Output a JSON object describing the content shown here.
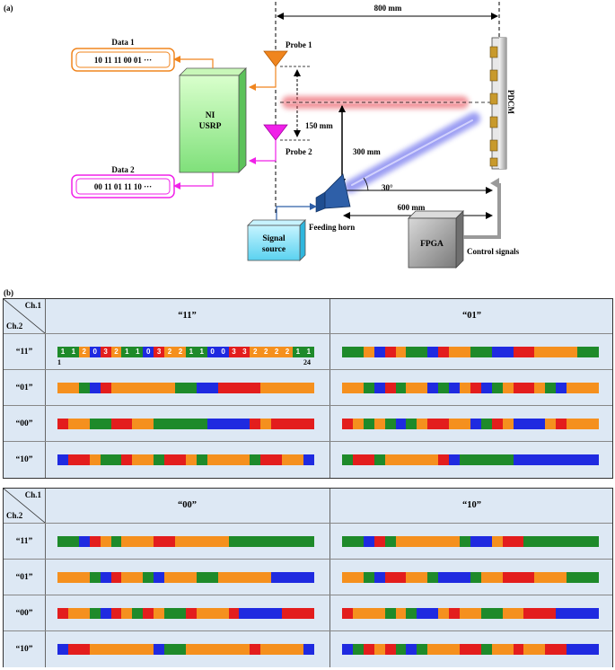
{
  "panel_a": {
    "label": "(a)",
    "dimensions": {
      "d800": "800 mm",
      "d150": "150 mm",
      "d300": "300 mm",
      "d600": "600 mm",
      "angle": "30°"
    },
    "data1": {
      "title": "Data 1",
      "value": "10 11 11 00 01 ···"
    },
    "data2": {
      "title": "Data 2",
      "value": "00 11 01 11 10 ···"
    },
    "usrp": {
      "line1": "NI",
      "line2": "USRP"
    },
    "probe1": "Probe 1",
    "probe2": "Probe 2",
    "pdcm": "PDCM",
    "feeding_horn": "Feeding horn",
    "signal_source": {
      "line1": "Signal",
      "line2": "source"
    },
    "fpga": "FPGA",
    "control_signals": "Control signals",
    "colors": {
      "orange": "#f0851e",
      "magenta": "#f020e8",
      "green_box": "#b4f5a0",
      "signal_box": "#8fe3f8",
      "horn": "#2e5fa8",
      "red_beam": "#e63c4a",
      "blue_beam": "#4a4de8"
    }
  },
  "panel_b": {
    "label": "(b)",
    "corner": {
      "ch1": "Ch.1",
      "ch2": "Ch.2"
    },
    "state_colors": {
      "0": "#1f2ae0",
      "1": "#1e8a2a",
      "2": "#f5901e",
      "3": "#e31d1d"
    },
    "tick_start": "1",
    "tick_end": "24",
    "tables": [
      {
        "columns": [
          "“11”",
          "“01”"
        ],
        "rows": [
          {
            "label": "“11”",
            "cells": [
              "112032110322110033222211",
              "112032110322110033222211"
            ]
          },
          {
            "label": "“01”",
            "cells": [
              "221032222221100333322222",
              "221031220102301233210222"
            ]
          },
          {
            "label": "“00”",
            "cells": [
              "322113322111110000323333",
              "321210123322013200023222"
            ]
          },
          {
            "label": "“10”",
            "cells": [
              "033211322133212222133220",
              "133122222301111100000000"
            ]
          }
        ]
      },
      {
        "columns": [
          "“00”",
          "“10”"
        ],
        "rows": [
          {
            "label": "“11”",
            "cells": [
              "110321222332222211111111",
              "110312222221002331111111"
            ]
          },
          {
            "label": "“01”",
            "cells": [
              "222103221022211222220000",
              "221033221000122333222111"
            ]
          },
          {
            "label": "“00”",
            "cells": [
              "322103213211322230000333",
              "322212100232211223330000"
            ]
          },
          {
            "label": "“10”",
            "cells": [
              "033222222011222222322220",
              "013231012223312232233000"
            ]
          }
        ]
      }
    ]
  }
}
